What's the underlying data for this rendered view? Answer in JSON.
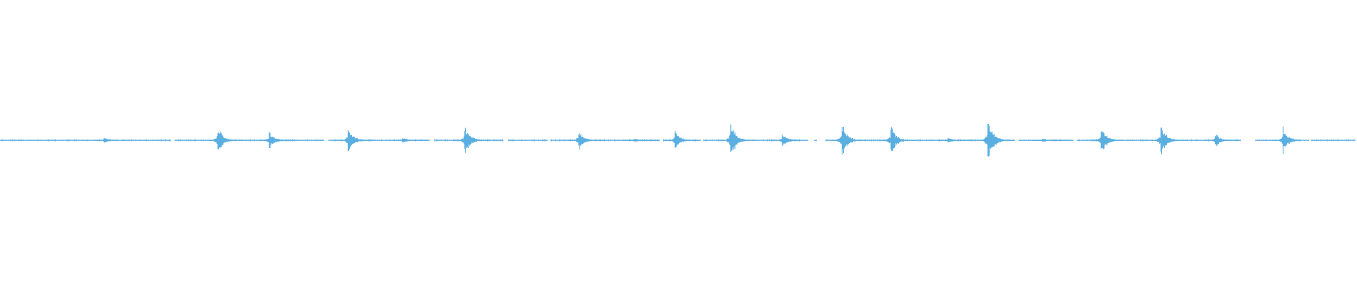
{
  "waveform": {
    "color": "#5aaee0",
    "peaks": [
      {
        "t": 0.0765,
        "a": 0.1
      },
      {
        "t": 0.1605,
        "a": 0.5
      },
      {
        "t": 0.1985,
        "a": 0.3
      },
      {
        "t": 0.2565,
        "a": 0.5
      },
      {
        "t": 0.2965,
        "a": 0.1
      },
      {
        "t": 0.3425,
        "a": 0.55
      },
      {
        "t": 0.4265,
        "a": 0.35
      },
      {
        "t": 0.467,
        "a": 0.06
      },
      {
        "t": 0.4975,
        "a": 0.35
      },
      {
        "t": 0.5385,
        "a": 0.65
      },
      {
        "t": 0.5765,
        "a": 0.25
      },
      {
        "t": 0.6205,
        "a": 0.6
      },
      {
        "t": 0.6565,
        "a": 0.55
      },
      {
        "t": 0.6985,
        "a": 0.1
      },
      {
        "t": 0.728,
        "a": 0.8
      },
      {
        "t": 0.768,
        "a": 0.06
      },
      {
        "t": 0.8115,
        "a": 0.5
      },
      {
        "t": 0.8555,
        "a": 0.6
      },
      {
        "t": 0.8955,
        "a": 0.25
      },
      {
        "t": 0.9455,
        "a": 0.45
      }
    ],
    "gaps": [
      [
        0.087,
        0.09
      ],
      [
        0.093,
        0.0945
      ],
      [
        0.126,
        0.1285
      ],
      [
        0.239,
        0.242
      ],
      [
        0.317,
        0.32
      ],
      [
        0.371,
        0.3745
      ],
      [
        0.4035,
        0.4055
      ],
      [
        0.486,
        0.4885
      ],
      [
        0.515,
        0.518
      ],
      [
        0.5335,
        0.5355
      ],
      [
        0.5895,
        0.6
      ],
      [
        0.602,
        0.608
      ],
      [
        0.6285,
        0.6305
      ],
      [
        0.748,
        0.7505
      ],
      [
        0.791,
        0.7935
      ],
      [
        0.827,
        0.83
      ],
      [
        0.862,
        0.865
      ],
      [
        0.913,
        0.925
      ],
      [
        0.9585,
        0.966
      ],
      [
        0.9985,
        1.0
      ]
    ]
  }
}
